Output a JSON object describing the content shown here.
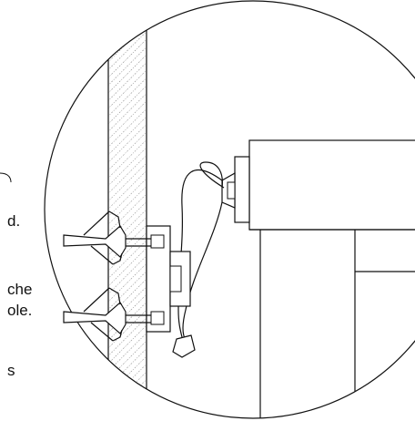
{
  "text_fragments": [
    "d.",
    "che",
    "ole.",
    "s"
  ],
  "colors": {
    "stroke": "#111111",
    "background": "#ffffff",
    "hatch": "#555555"
  },
  "parts": {
    "wall": "hatched-wall-section",
    "anchors": [
      "upper-wall-anchor",
      "lower-wall-anchor"
    ],
    "mount": "wall-bracket-plate",
    "cable": "cable-with-connector",
    "device": "mounted-unit"
  }
}
